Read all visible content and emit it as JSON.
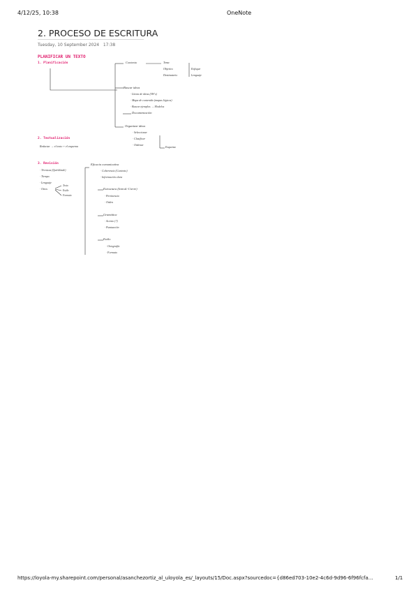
{
  "header": {
    "datetime": "4/12/25, 10:38",
    "app": "OneNote"
  },
  "page": {
    "title": "2. PROCESO DE ESCRITURA",
    "date": "Tuesday, 10 September 2024",
    "time": "17:38"
  },
  "notes": {
    "main_title": "PLANIFICAR UN TEXTO",
    "planificacion": "1. Planificación",
    "contexto": "Contexto",
    "tema": "Tema",
    "objetivo": "Objetivo",
    "destinatario": "Destinatario",
    "enfoque": "Enfoque",
    "lenguaje": "Lenguaje",
    "buscar_ideas": "Buscar ideas",
    "lluvia": "· Lluvia de ideas (5W's)",
    "mapa": "· Mapa de contenido (mapas lógicos)",
    "buscar_ejemplos": "· Buscar ejemplos → Modelos",
    "documentacion": "Documentación",
    "organizar": "Organizar ideas",
    "seleccionar": "· Seleccionar",
    "clasificar": "· Clasificar",
    "ordenar": "· Ordenar",
    "esquema": "Esquema",
    "textualizacion": "2. Textualización",
    "redactar": "Redactar → el texto + el esquema",
    "revision": "3. Revisión",
    "tecnicas": "· Técnicas (Qué/dónde)",
    "tiempo": "· Tiempo",
    "lenguaje2": "· Lenguaje",
    "otros": "· Otros",
    "otros_a": "Texto",
    "otros_b": "Estilo",
    "otros_c": "Formato",
    "eficacia": "Eficacia comunicativa",
    "coherencia": "· Coherencia (Contexto)",
    "info_clara": "· Información clara",
    "estructura": "Estructura (Introd.-Cierre)",
    "pertinencia": "· Pertinencia",
    "orden": "· Orden",
    "gramatica": "Gramática",
    "acento": "· Acento (?)",
    "puntuacion": "· Puntuación",
    "estilo": "Estilo",
    "ortografia": "· Ortografía",
    "formato": "· Formato"
  },
  "footer": {
    "url": "https://loyola-my.sharepoint.com/personal/asanchezortiz_al_uloyola_es/_layouts/15/Doc.aspx?sourcedoc={d86ed703-10e2-4c6d-9d96-6f96fcfa…",
    "page": "1/1"
  }
}
